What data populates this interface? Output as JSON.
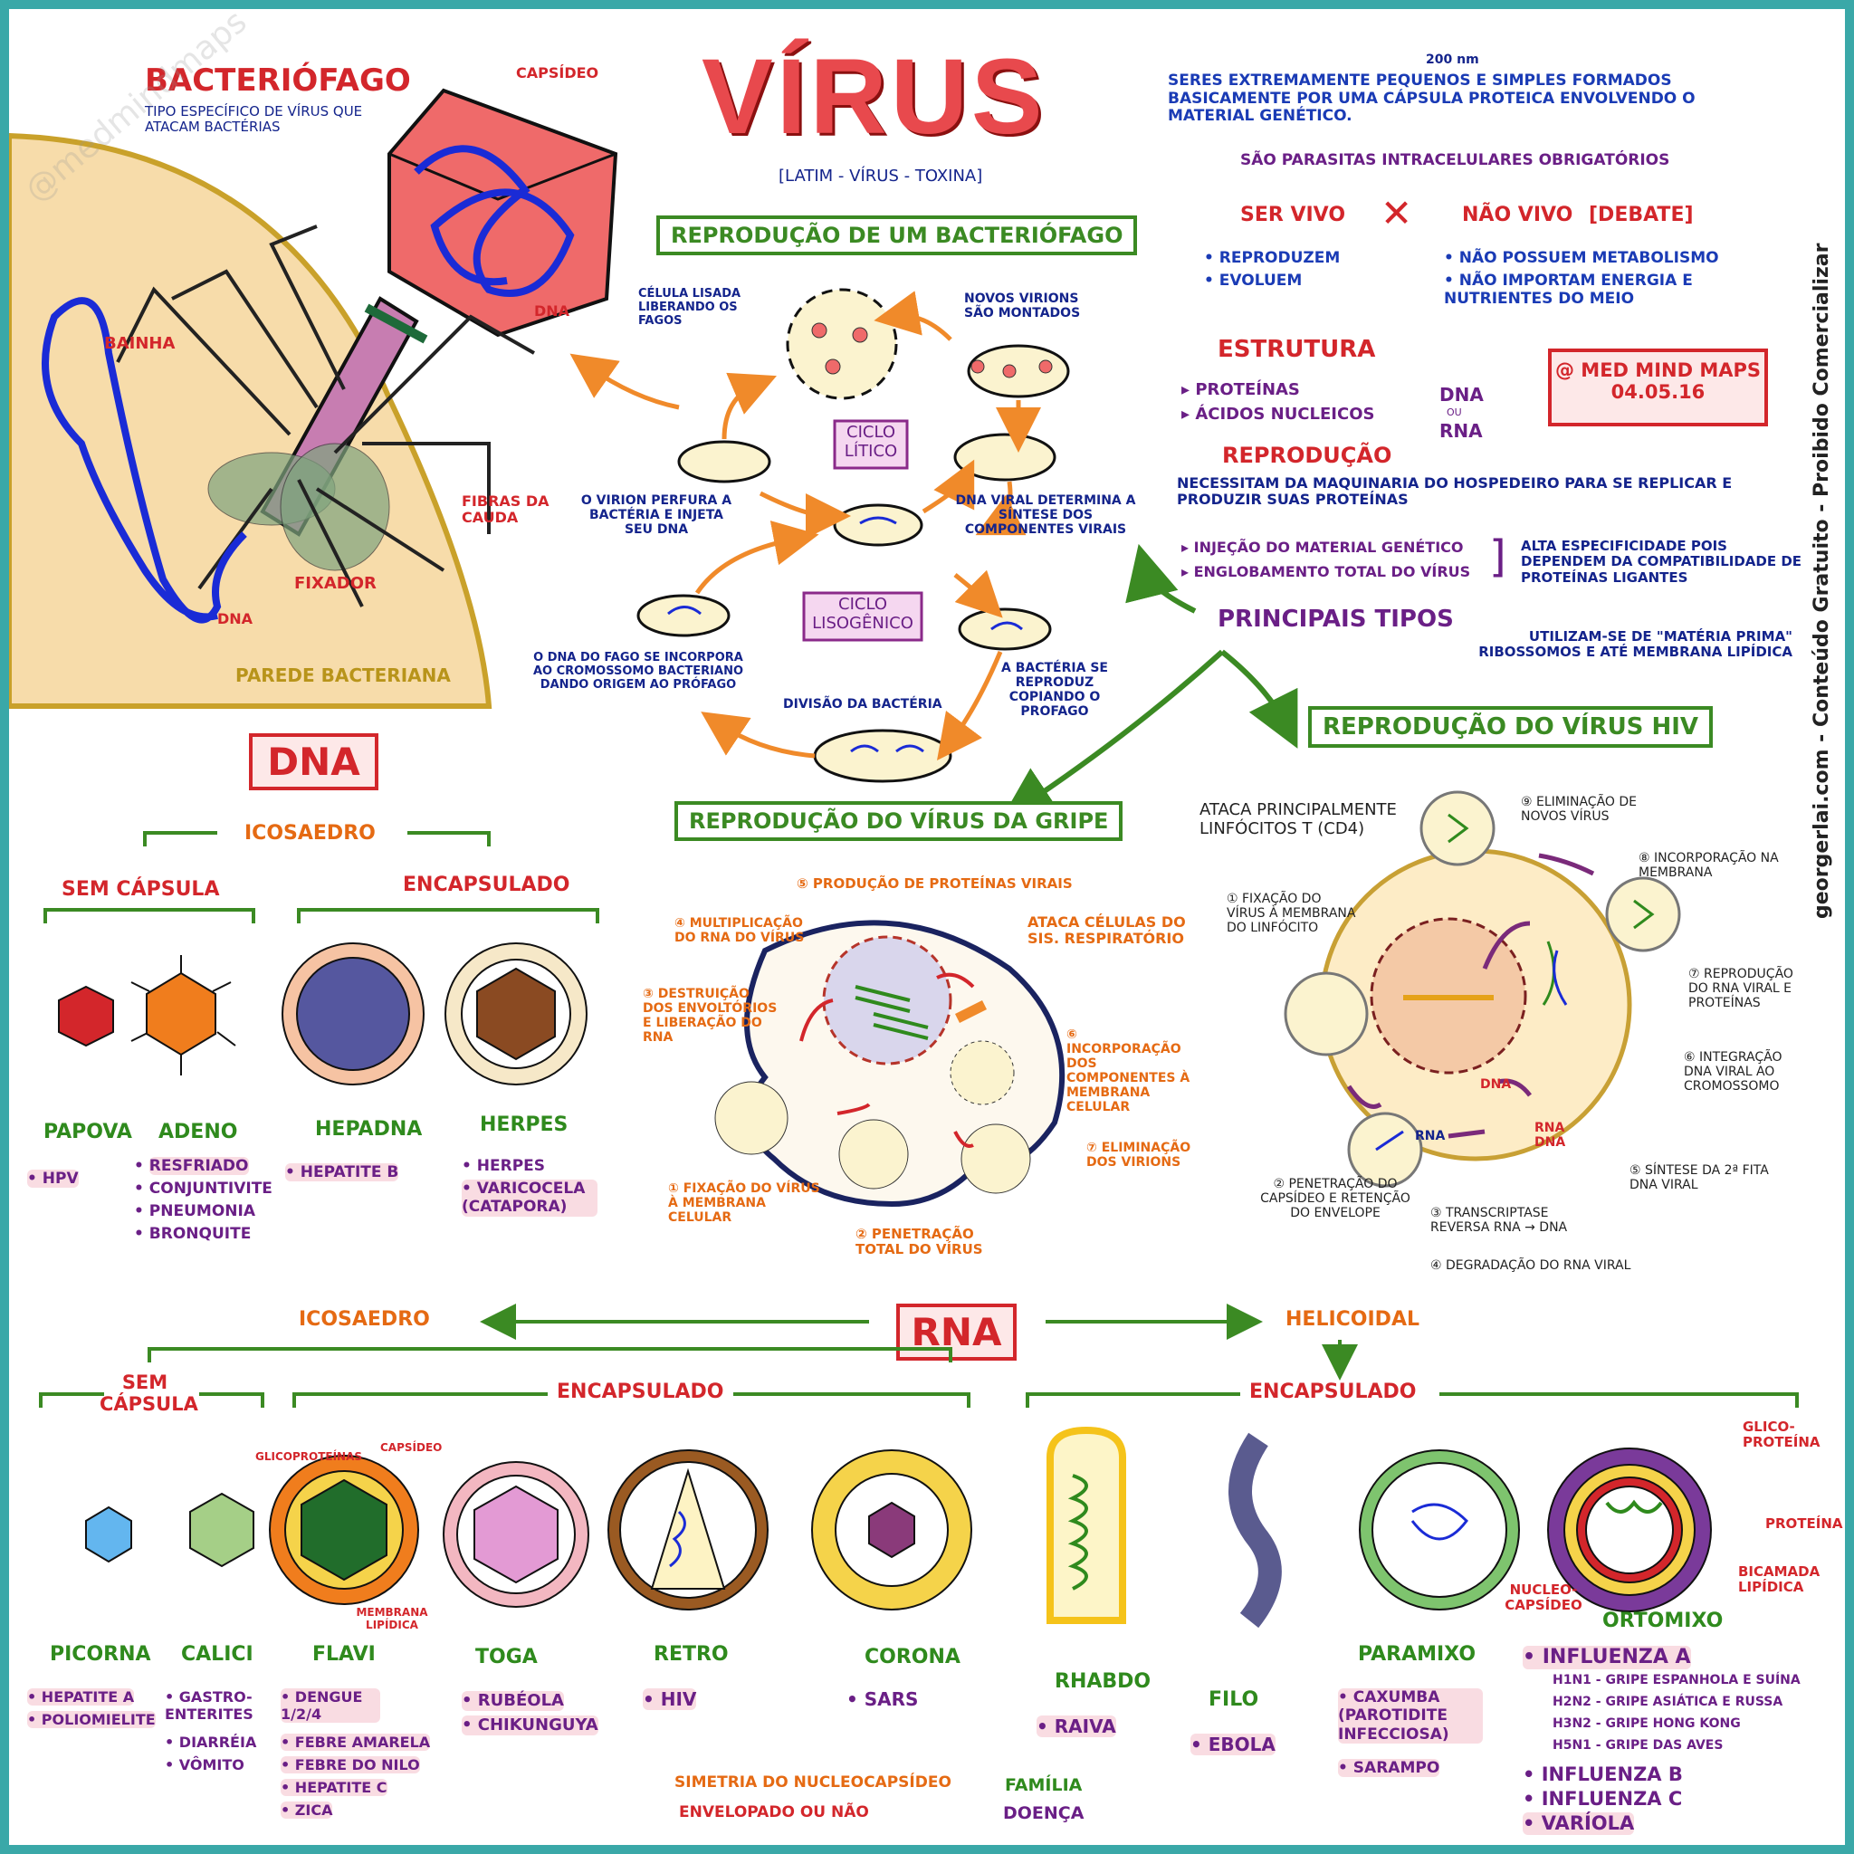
{
  "title": "VÍRUS",
  "title_sub": "[LATIM - VÍRUS - TOXINA]",
  "scale_note": "200 nm",
  "intro": "SERES EXTREMAMENTE PEQUENOS E SIMPLES FORMADOS BASICAMENTE POR UMA CÁPSULA PROTEICA ENVOLVENDO O MATERIAL GENÉTICO.",
  "parasites": "SÃO PARASITAS INTRACELULARES OBRIGATÓRIOS",
  "debate": {
    "alive": "SER VIVO",
    "not_alive": "NÃO VIVO",
    "tag": "[DEBATE]",
    "alive_items": [
      "REPRODUZEM",
      "EVOLUEM"
    ],
    "not_alive_items": [
      "NÃO POSSUEM METABOLISMO",
      "NÃO IMPORTAM ENERGIA E NUTRIENTES DO MEIO"
    ]
  },
  "estrutura": {
    "title": "ESTRUTURA",
    "items": [
      "PROTEÍNAS",
      "ÁCIDOS NUCLEICOS"
    ],
    "dna": "DNA",
    "ou": "OU",
    "rna": "RNA"
  },
  "stamp": {
    "line1": "@ MED MIND MAPS",
    "line2": "04.05.16"
  },
  "reproducao": {
    "title": "REPRODUÇÃO",
    "text": "NECESSITAM DA MAQUINARIA DO HOSPEDEIRO PARA SE REPLICAR E PRODUZIR SUAS PROTEÍNAS",
    "items": [
      "INJEÇÃO DO MATERIAL GENÉTICO",
      "ENGLOBAMENTO TOTAL DO VÍRUS"
    ],
    "note": "ALTA ESPECIFICIDADE POIS DEPENDEM DA COMPATIBILIDADE DE PROTEÍNAS LIGANTES"
  },
  "principais": "PRINCIPAIS TIPOS",
  "materia": "UTILIZAM-SE DE \"MATÉRIA PRIMA\" RIBOSSOMOS E ATÉ MEMBRANA LIPÍDICA",
  "side_text": "georgerlai.com - Conteúdo Gratuito - Proibido Comercializar",
  "watermark": "@medmindmaps",
  "bacteriofago": {
    "title": "BACTERIÓFAGO",
    "subtitle": "TIPO ESPECÍFICO DE VÍRUS QUE ATACAM BACTÉRIAS",
    "labels": {
      "capsideo": "CAPSÍDEO",
      "dna_top": "DNA",
      "bainha": "BAINHA",
      "fibras": "FIBRAS DA CAUDA",
      "fixador": "FIXADOR",
      "dna_bottom": "DNA",
      "parede": "PAREDE BACTERIANA"
    }
  },
  "ciclo": {
    "title": "REPRODUÇÃO DE UM BACTERIÓFAGO",
    "litico": "CICLO LÍTICO",
    "lisogenico": "CICLO LISOGÊNICO",
    "steps": {
      "lisada": "CÉLULA LISADA LIBERANDO OS FAGOS",
      "novos": "NOVOS VIRIONS SÃO MONTADOS",
      "perfura": "O VIRION PERFURA A BACTÉRIA E INJETA SEU DNA",
      "dna_viral": "DNA VIRAL DETERMINA A SÍNTESE DOS COMPONENTES VIRAIS",
      "incorpora": "O DNA DO FAGO SE INCORPORA AO CROMOSSOMO BACTERIANO DANDO ORIGEM AO PRÓFAGO",
      "divisao": "DIVISÃO DA BACTÉRIA",
      "reproduz": "A BACTÉRIA SE REPRODUZ COPIANDO O PROFAGO"
    }
  },
  "gripe": {
    "title": "REPRODUÇÃO DO VÍRUS DA GRIPE",
    "steps": {
      "s5": "⑤ PRODUÇÃO DE PROTEÍNAS VIRAIS",
      "s4": "④ MULTIPLICAÇÃO DO RNA DO VÍRUS",
      "ataca": "ATACA CÉLULAS DO SIS. RESPIRATÓRIO",
      "s3": "③ DESTRUIÇÃO DOS ENVOLTÓRIOS E LIBERAÇÃO DO RNA",
      "s6": "⑥ INCORPORAÇÃO DOS COMPONENTES À MEMBRANA CELULAR",
      "s7": "⑦ ELIMINAÇÃO DOS VIRIONS",
      "s1": "① FIXAÇÃO DO VÍRUS À MEMBRANA CELULAR",
      "s2": "② PENETRAÇÃO TOTAL DO VÍRUS"
    }
  },
  "hiv": {
    "title": "REPRODUÇÃO DO VÍRUS HIV",
    "steps": {
      "ataca": "ATACA PRINCIPALMENTE LINFÓCITOS T (CD4)",
      "s9": "⑨ ELIMINAÇÃO DE NOVOS VÍRUS",
      "s8": "⑧ INCORPORAÇÃO NA MEMBRANA",
      "s1": "① FIXAÇÃO DO VÍRUS À MEMBRANA DO LINFÓCITO",
      "s7": "⑦ REPRODUÇÃO DO RNA VIRAL E PROTEÍNAS",
      "s6": "⑥ INTEGRAÇÃO DNA VIRAL AO CROMOSSOMO",
      "s5": "⑤ SÍNTESE DA 2ª FITA DNA VIRAL",
      "s2": "② PENETRAÇÃO DO CAPSÍDEO E RETENÇÃO DO ENVELOPE",
      "s3": "③ TRANSCRIPTASE REVERSA RNA → DNA",
      "s4": "④ DEGRADAÇÃO DO RNA VIRAL"
    },
    "inner": {
      "dna": "DNA",
      "rna": "RNA",
      "rna_dna": "RNA DNA"
    }
  },
  "dna_section": {
    "title": "DNA",
    "shape": "ICOSAEDRO",
    "sem": "SEM CÁPSULA",
    "enc": "ENCAPSULADO",
    "families": [
      {
        "name": "PAPOVA",
        "diseases": [
          "HPV"
        ],
        "color": "#d3262b"
      },
      {
        "name": "ADENO",
        "diseases": [
          "RESFRIADO",
          "CONJUNTIVITE",
          "PNEUMONIA",
          "BRONQUITE"
        ],
        "color": "#f07d1d"
      },
      {
        "name": "HEPADNA",
        "diseases": [
          "HEPATITE B"
        ],
        "color": "#55579f"
      },
      {
        "name": "HERPES",
        "diseases": [
          "HERPES",
          "VARICOCELA (CATAPORA)"
        ],
        "color": "#8a4a22"
      }
    ]
  },
  "rna_section": {
    "title": "RNA",
    "ico": "ICOSAEDRO",
    "heli": "HELICOIDAL",
    "sem": "SEM CÁPSULA",
    "enc_ico": "ENCAPSULADO",
    "enc_heli": "ENCAPSULADO",
    "flavi_labels": {
      "glico": "GLICOPROTEÍNAS",
      "capsideo": "CAPSÍDEO",
      "membrana": "MEMBRANA LIPÍDICA"
    },
    "orto_labels": {
      "glico": "GLICO-PROTEÍNA",
      "proteina": "PROTEÍNA",
      "bicamada": "BICAMADA LIPÍDICA",
      "nucleo": "NUCLEO-CAPSÍDEO"
    },
    "families": [
      {
        "name": "PICORNA",
        "diseases": [
          "HEPATITE A",
          "POLIOMIELITE"
        ]
      },
      {
        "name": "CALICI",
        "diseases": [
          "GASTRO-ENTERITES",
          "DIARRÉIA",
          "VÔMITO"
        ]
      },
      {
        "name": "FLAVI",
        "diseases": [
          "DENGUE 1/2/4",
          "FEBRE AMARELA",
          "FEBRE DO NILO",
          "HEPATITE C",
          "ZICA"
        ]
      },
      {
        "name": "TOGA",
        "diseases": [
          "RUBÉOLA",
          "CHIKUNGUYA"
        ]
      },
      {
        "name": "RETRO",
        "diseases": [
          "HIV"
        ]
      },
      {
        "name": "CORONA",
        "diseases": [
          "SARS"
        ]
      },
      {
        "name": "RHABDO",
        "diseases": [
          "RAIVA"
        ]
      },
      {
        "name": "FILO",
        "diseases": [
          "EBOLA"
        ]
      },
      {
        "name": "PARAMIXO",
        "diseases": [
          "CAXUMBA (PAROTIDITE INFECCIOSA)",
          "SARAMPO"
        ]
      },
      {
        "name": "ORTOMIXO",
        "diseases": [
          "INFLUENZA A",
          "INFLUENZA B",
          "INFLUENZA C",
          "VARÍOLA"
        ],
        "subtypes": [
          "H1N1 - GRIPE ESPANHOLA E SUÍNA",
          "H2N2 - GRIPE ASIÁTICA E RUSSA",
          "H3N2 - GRIPE HONG KONG",
          "H5N1 - GRIPE DAS AVES"
        ]
      }
    ]
  },
  "legend": {
    "simetria": "SIMETRIA DO NUCLEOCAPSÍDEO",
    "envelopado": "ENVELOPADO OU NÃO",
    "familia": "FAMÍLIA",
    "doenca": "DOENÇA"
  }
}
